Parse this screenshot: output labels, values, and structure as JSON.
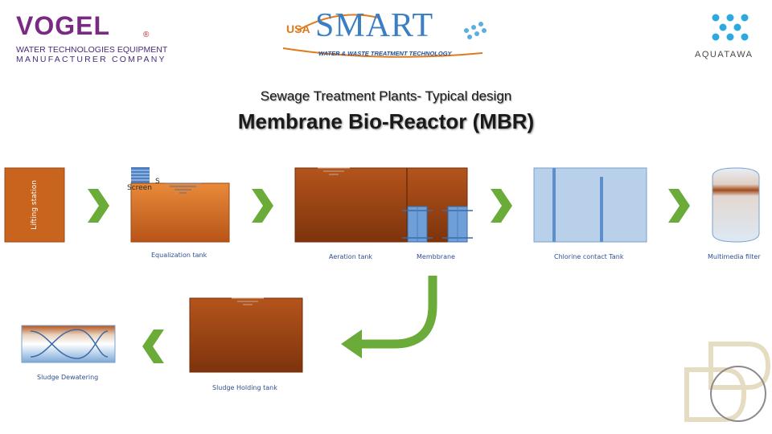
{
  "logos": {
    "vogel": {
      "brand": "VOGEL",
      "registered": "®",
      "line1": "WATER TECHNOLOGIES EQUIPMENT",
      "line2": "MANUFACTURER COMPANY"
    },
    "smart": {
      "prefix": "USA",
      "brand": "SMART",
      "tagline": "WATER & WASTE TREATMENT TECHNOLOGY"
    },
    "aquatawa": {
      "brand": "AQUATAWA"
    }
  },
  "title": {
    "subtitle": "Sewage Treatment Plants- Typical design",
    "main": "Membrane Bio-Reactor (MBR)"
  },
  "stages": {
    "lifting_station": "Lifting station",
    "screen": "Screen",
    "screen_mark": "S",
    "equalization_tank": "Equalization tank",
    "aeration_tank": "Aeration tank",
    "membrane": "Membbrane",
    "chlorine_contact_tank": "Chlorine contact Tank",
    "multimedia_filter": "Multimedia filter",
    "sludge_holding_tank": "Sludge Holding tank",
    "sludge_dewatering": "Sludge Dewatering"
  },
  "colors": {
    "tank_orange": "#c8641e",
    "tank_brown": "#8b3a10",
    "arrow_green": "#6aab3a",
    "water_blue": "#b8d0ea",
    "membrane_blue": "#6e9fd8",
    "label_blue": "#2f4f8f"
  }
}
